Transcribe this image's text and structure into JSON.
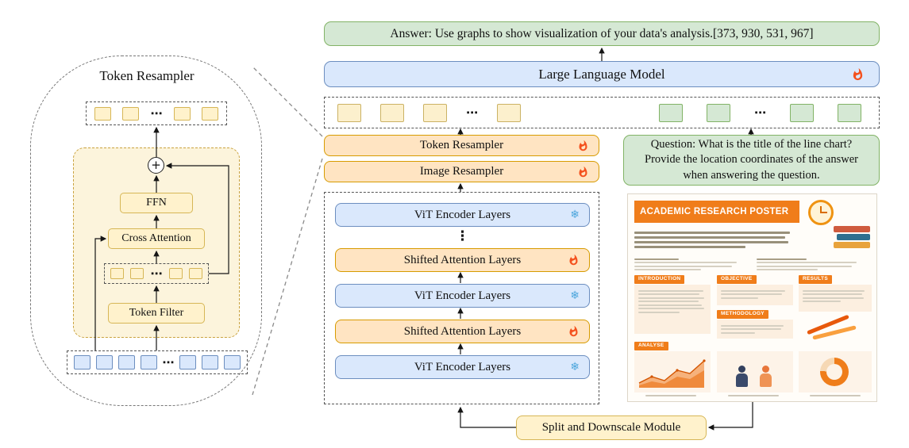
{
  "figure": {
    "type": "model-architecture-diagram"
  },
  "colors": {
    "green_fill": "#d5e8d4",
    "green_border": "#82b366",
    "blue_fill": "#dae8fc",
    "blue_border": "#6c8ebf",
    "orange_fill": "#ffe4c2",
    "orange_border": "#d79b00",
    "cream_fill": "#fff2cc",
    "cream_border": "#d6b656",
    "flame_color": "#f4511e",
    "snowflake_color": "#4da6dc",
    "poster_accent": "#f07d1a"
  },
  "detail_panel": {
    "title": "Token Resampler",
    "plus": "+",
    "ffn": "FFN",
    "cross_attention": "Cross Attention",
    "token_filter": "Token Filter",
    "ellipsis": "⋯"
  },
  "pipeline": {
    "answer": "Answer: Use graphs to show visualization of your data's analysis.[373, 930, 531, 967]",
    "llm": "Large Language Model",
    "token_resampler": "Token Resampler",
    "image_resampler": "Image Resampler",
    "vit_layer": "ViT Encoder Layers",
    "shifted_layer": "Shifted Attention Layers",
    "vdots": "⋮",
    "ellipsis": "⋯",
    "snowflake": "❄",
    "question": "Question: What is the title of the line chart? Provide the location coordinates of the answer when answering the question.",
    "split_module": "Split and Downscale Module"
  },
  "poster": {
    "title": "ACADEMIC RESEARCH POSTER",
    "sections": {
      "introduction": "INTRODUCTION",
      "objective": "OBJECTIVE",
      "methodology": "METHODOLOGY",
      "results": "RESULTS",
      "analyse": "ANALYSE"
    }
  }
}
